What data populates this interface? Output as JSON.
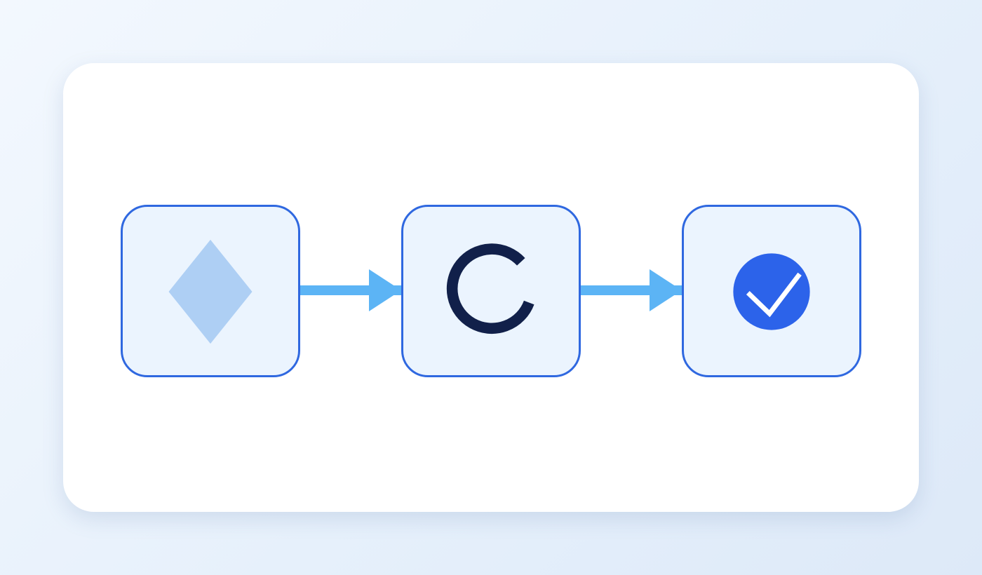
{
  "colors": {
    "background_start": "#f3f8fe",
    "background_end": "#dde9f8",
    "card": "#ffffff",
    "node_border": "#2f68e0",
    "node_fill": "#ebf4fe",
    "arrow": "#5cb4f5",
    "diamond": "#aecff4",
    "ring": "#11204a",
    "check_circle": "#2c63ea",
    "check_mark": "#ffffff"
  },
  "diagram": {
    "nodes": [
      {
        "id": "start",
        "icon": "diamond-icon"
      },
      {
        "id": "process",
        "icon": "ring-icon"
      },
      {
        "id": "done",
        "icon": "check-circle-icon"
      }
    ],
    "edges": [
      {
        "from": "start",
        "to": "process"
      },
      {
        "from": "process",
        "to": "done"
      }
    ]
  }
}
